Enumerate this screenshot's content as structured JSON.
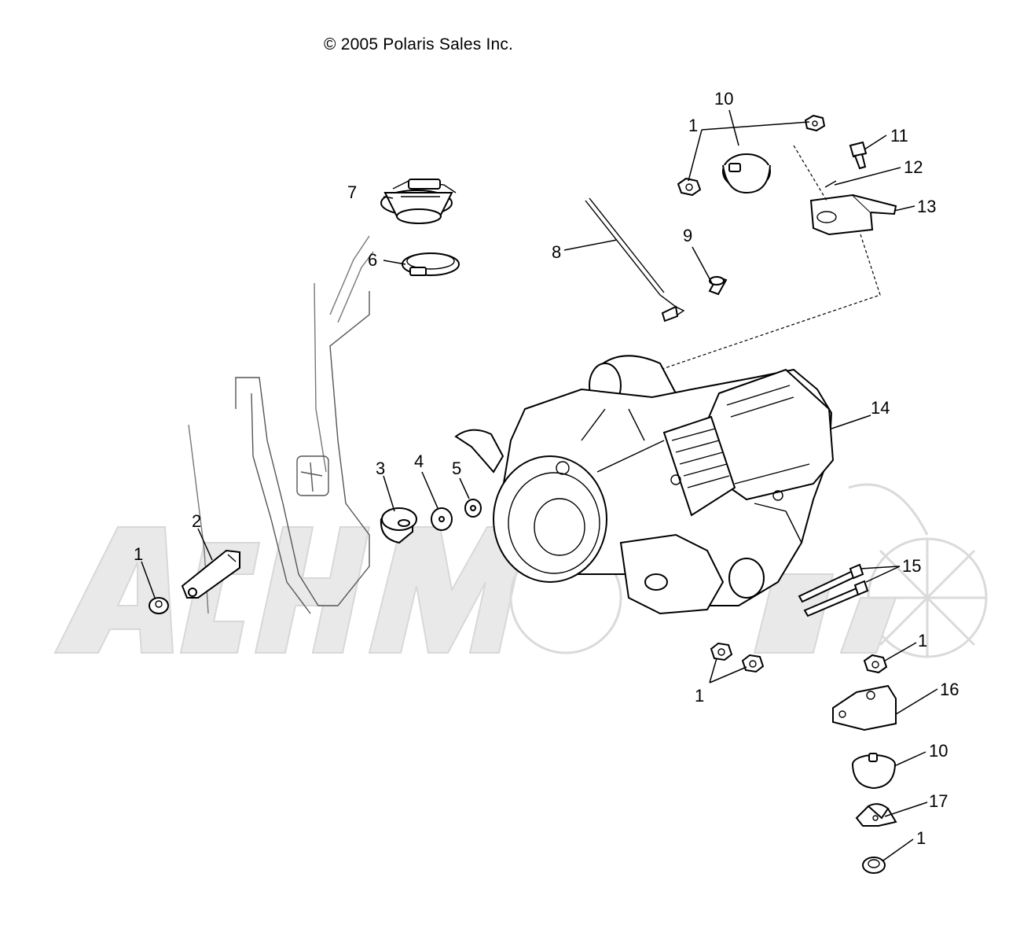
{
  "copyright": "© 2005 Polaris Sales Inc.",
  "callouts": {
    "c1a": "1",
    "c1b": "1",
    "c1c": "1",
    "c1d": "1",
    "c1e": "1",
    "c2": "2",
    "c3": "3",
    "c4": "4",
    "c5": "5",
    "c6": "6",
    "c7": "7",
    "c8": "8",
    "c9": "9",
    "c10a": "10",
    "c10b": "10",
    "c11": "11",
    "c12": "12",
    "c13": "13",
    "c14": "14",
    "c15": "15",
    "c16": "16",
    "c17": "17"
  },
  "watermark": {
    "text": "AcHMoto"
  }
}
